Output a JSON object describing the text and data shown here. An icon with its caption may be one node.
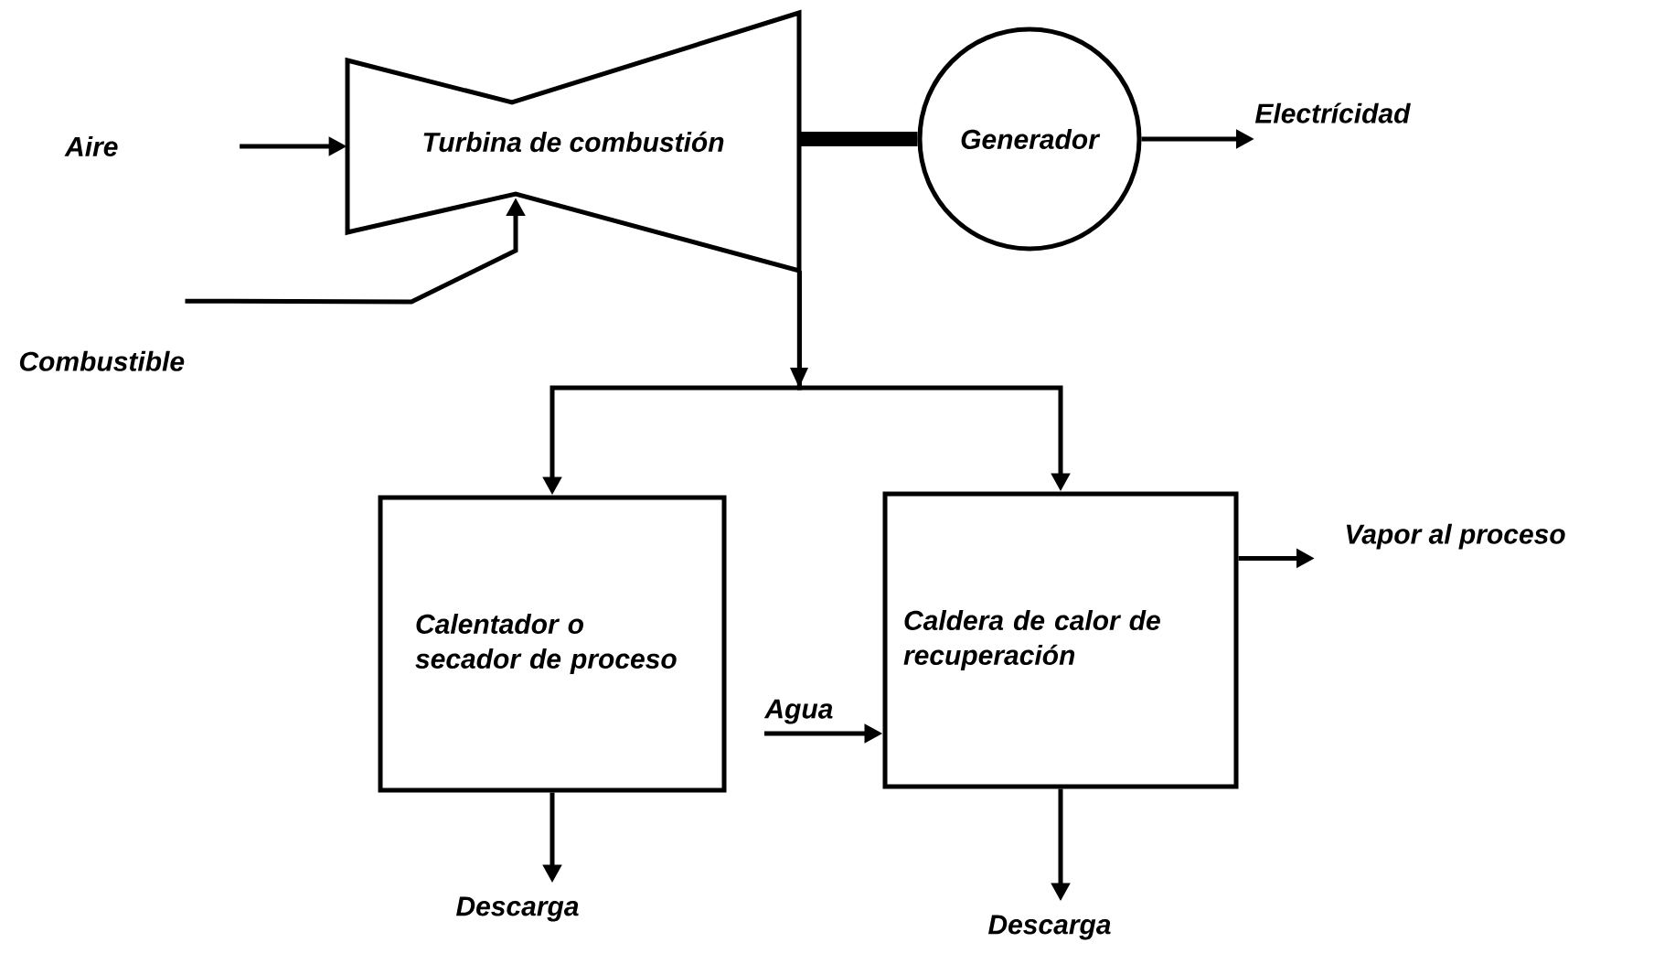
{
  "diagram": {
    "nodes": [
      {
        "text": [
          "Aire"
        ]
      },
      {
        "text": [
          "Turbina de combustión"
        ]
      },
      {
        "text": [
          "Generador"
        ]
      },
      {
        "text": [
          "Electrícidad"
        ]
      },
      {
        "text": [
          "Combustible"
        ]
      },
      {
        "text": [
          "Calentador o secador de proceso"
        ]
      },
      {
        "text": [
          "Caldera de calor de recuperación"
        ]
      },
      {
        "text": [
          "Agua"
        ]
      },
      {
        "text": [
          "Vapor al proceso"
        ]
      },
      {
        "text": [
          "Descarga"
        ]
      },
      {
        "text": [
          "Descarga"
        ]
      }
    ],
    "edges": [
      {
        "from": 0,
        "to": 1,
        "arrow": "to"
      },
      {
        "from": 4,
        "to": 1,
        "arrow": "to"
      },
      {
        "from": 1,
        "to": 2,
        "arrow": "none",
        "style": "thick"
      },
      {
        "from": 2,
        "to": 3,
        "arrow": "to"
      },
      {
        "from": 1,
        "to": 5,
        "arrow": "to"
      },
      {
        "from": 1,
        "to": 6,
        "arrow": "to"
      },
      {
        "from": 7,
        "to": 6,
        "arrow": "to"
      },
      {
        "from": 6,
        "to": 8,
        "arrow": "to"
      },
      {
        "from": 5,
        "to": 9,
        "arrow": "to"
      },
      {
        "from": 6,
        "to": 10,
        "arrow": "to"
      }
    ]
  }
}
